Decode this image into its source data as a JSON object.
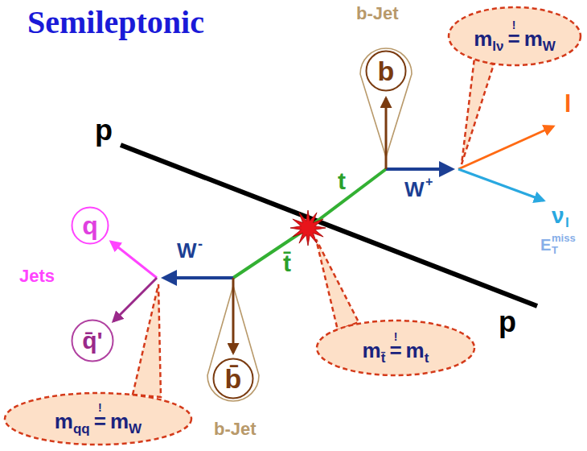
{
  "diagram": {
    "title": "Semileptonic",
    "nodes": [
      {
        "text": [
          "m",
          "lν",
          "!",
          "=",
          "m",
          "W"
        ]
      },
      {
        "text": [
          "b"
        ]
      },
      {
        "text": [
          "q"
        ]
      },
      {
        "text": [
          "q̄'"
        ]
      },
      {
        "text": [
          "m",
          "t̄",
          "!",
          "=",
          "m",
          "t"
        ]
      },
      {
        "text": [
          "b̄"
        ]
      },
      {
        "text": [
          "m",
          "qq",
          "!",
          "=",
          "m",
          "W"
        ]
      }
    ],
    "labels": [
      "b-Jet",
      "t",
      "W",
      "+",
      "l",
      "ν",
      "l",
      "E",
      "T",
      "miss",
      "p",
      "Jets",
      "W",
      "-",
      "t̄",
      "p",
      "b-Jet"
    ]
  }
}
